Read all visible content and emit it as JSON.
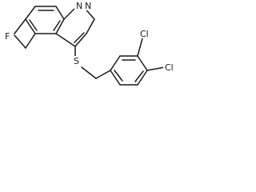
{
  "molecule": {
    "atoms": {
      "n1": "N",
      "n2": "N",
      "f": "F",
      "s": "S",
      "cl1": "Cl",
      "cl2": "Cl"
    }
  }
}
